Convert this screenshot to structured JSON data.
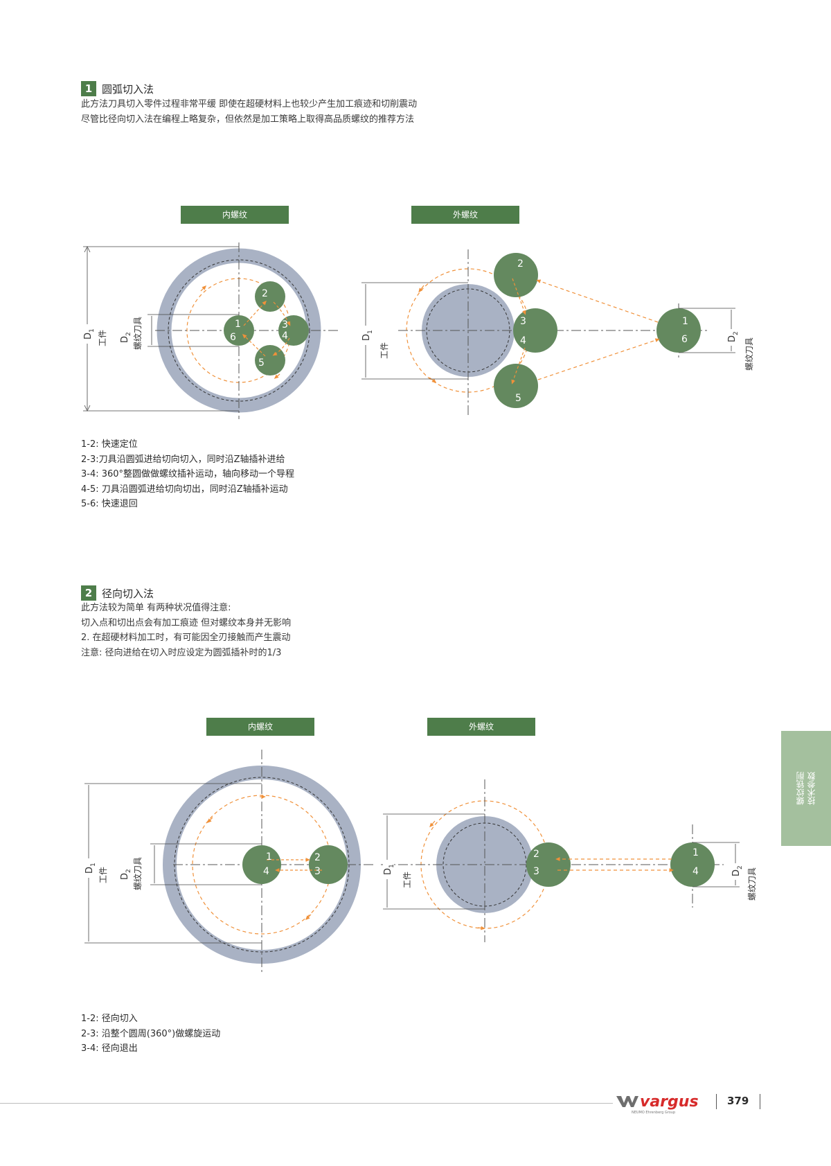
{
  "section1": {
    "number": "1",
    "title": "圆弧切入法",
    "lines": [
      "此方法刀具切入零件过程非常平缓 即使在超硬材料上也较少产生加工痕迹和切削震动",
      "尽管比径向切入法在编程上略复杂，但依然是加工策略上取得高品质螺纹的推荐方法"
    ],
    "internal_label": "内螺纹",
    "external_label": "外螺纹",
    "steps": [
      "1-2: 快速定位",
      "2-3:刀具沿圆弧进给切向切入，同时沿Z轴插补进给",
      "3-4: 360°整圆做做螺纹插补运动，轴向移动一个导程",
      "4-5: 刀具沿圆弧进给切向切出，同时沿Z轴插补运动",
      "5-6: 快速退回"
    ]
  },
  "section2": {
    "number": "2",
    "title": "径向切入法",
    "lines": [
      "此方法较为简单 有两种状况值得注意:",
      "切入点和切出点会有加工痕迹 但对螺纹本身并无影响",
      "2. 在超硬材料加工时，有可能因全刃接触而产生震动",
      "注意: 径向进给在切入时应设定为圆弧插补时的1/3"
    ],
    "internal_label": "内螺纹",
    "external_label": "外螺纹",
    "steps": [
      "1-2: 径向切入",
      "2-3: 沿整个圆周(360°)做螺旋运动",
      "3-4: 径向退出"
    ]
  },
  "diagram_text": {
    "d1": "D",
    "d1_sub": "1",
    "d2": "D",
    "d2_sub": "2",
    "workpiece": "工件",
    "tool": "螺纹刀具",
    "n1": "1",
    "n2": "2",
    "n3": "3",
    "n4": "4",
    "n5": "5",
    "n6": "6"
  },
  "side_tab": {
    "line1": "螺纹铣削",
    "line2": "技术参数"
  },
  "footer": {
    "logo_text": "vargus",
    "logo_sub": "NEUMO Ehrenberg Group",
    "page_number": "379"
  },
  "colors": {
    "green": "#4e7d4a",
    "tool_green": "#64895f",
    "steel": "#a9b2c4",
    "orange": "#f0913a",
    "tab_green": "#a4c09e"
  }
}
